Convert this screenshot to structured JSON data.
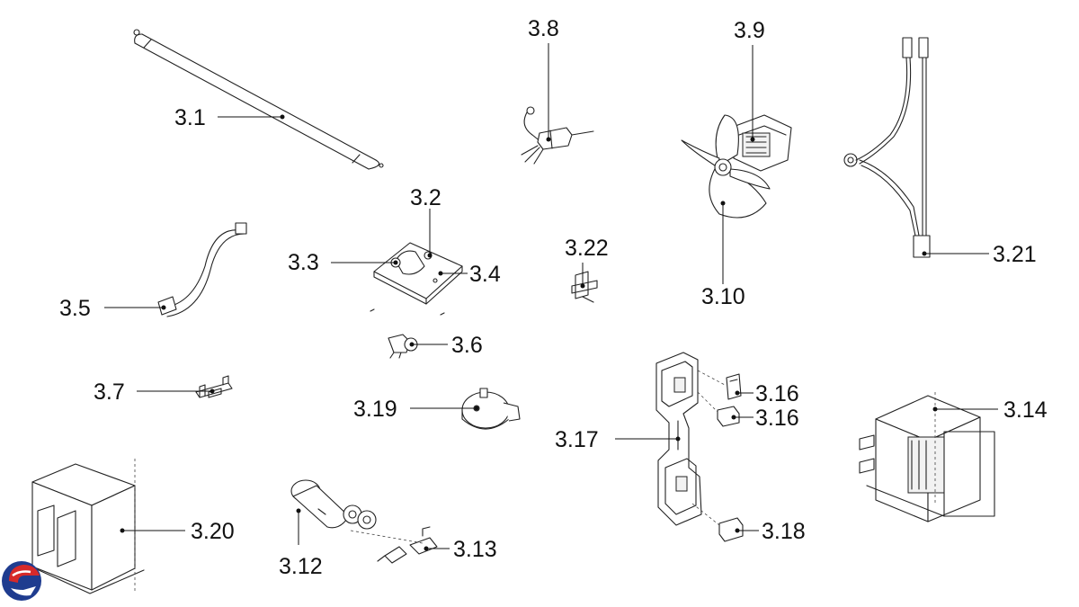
{
  "labels": {
    "p3_1": "3.1",
    "p3_2": "3.2",
    "p3_3": "3.3",
    "p3_4": "3.4",
    "p3_5": "3.5",
    "p3_6": "3.6",
    "p3_7": "3.7",
    "p3_8": "3.8",
    "p3_9": "3.9",
    "p3_10": "3.10",
    "p3_12": "3.12",
    "p3_13": "3.13",
    "p3_14": "3.14",
    "p3_16a": "3.16",
    "p3_16b": "3.16",
    "p3_17": "3.17",
    "p3_18": "3.18",
    "p3_19": "3.19",
    "p3_20": "3.20",
    "p3_21": "3.21",
    "p3_22": "3.22"
  },
  "colors": {
    "line": "#222222",
    "logo_red": "#d62a2a",
    "logo_blue": "#1f3c8f"
  },
  "icons": {
    "logo": "brand-logo-icon"
  }
}
